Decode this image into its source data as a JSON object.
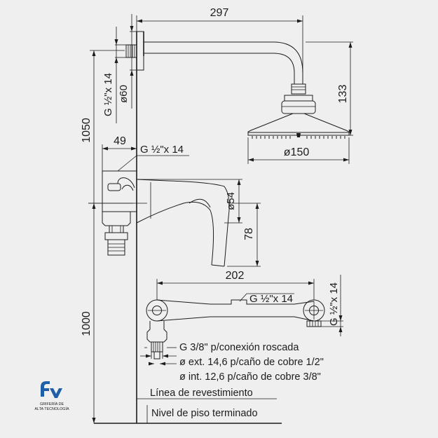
{
  "dimensions": {
    "arm_length": "297",
    "head_drop": "133",
    "head_diameter": "ø150",
    "flange_diameter": "ø60",
    "arm_thread": "G ½\"x 14",
    "shower_height": "1050",
    "floor_height": "1000",
    "valve_offset": "49",
    "valve_thread": "G ½\"x 14",
    "spout_diameter": "ø54",
    "spout_height": "78",
    "bar_width": "202",
    "bar_thread": "G ½\"x 14",
    "bar_side_thread": "G ½\"x 14"
  },
  "notes": {
    "thread_connection": "G 3/8\" p/conexión roscada",
    "ext_copper": "ø ext. 14,6 p/caño de cobre 1/2\"",
    "int_copper": "ø int. 12,6 p/caño de cobre 3/8\"",
    "wall_line": "Línea de revestimiento",
    "floor_line": "Nivel de piso terminado"
  },
  "logo": {
    "letters": "fv",
    "line1": "GRIFERÍA DE",
    "line2": "ALTA TECNOLOGÍA"
  },
  "colors": {
    "background": "#efeff0",
    "ink": "#1c1c1c",
    "logo_blue": "#1f5fa8"
  }
}
